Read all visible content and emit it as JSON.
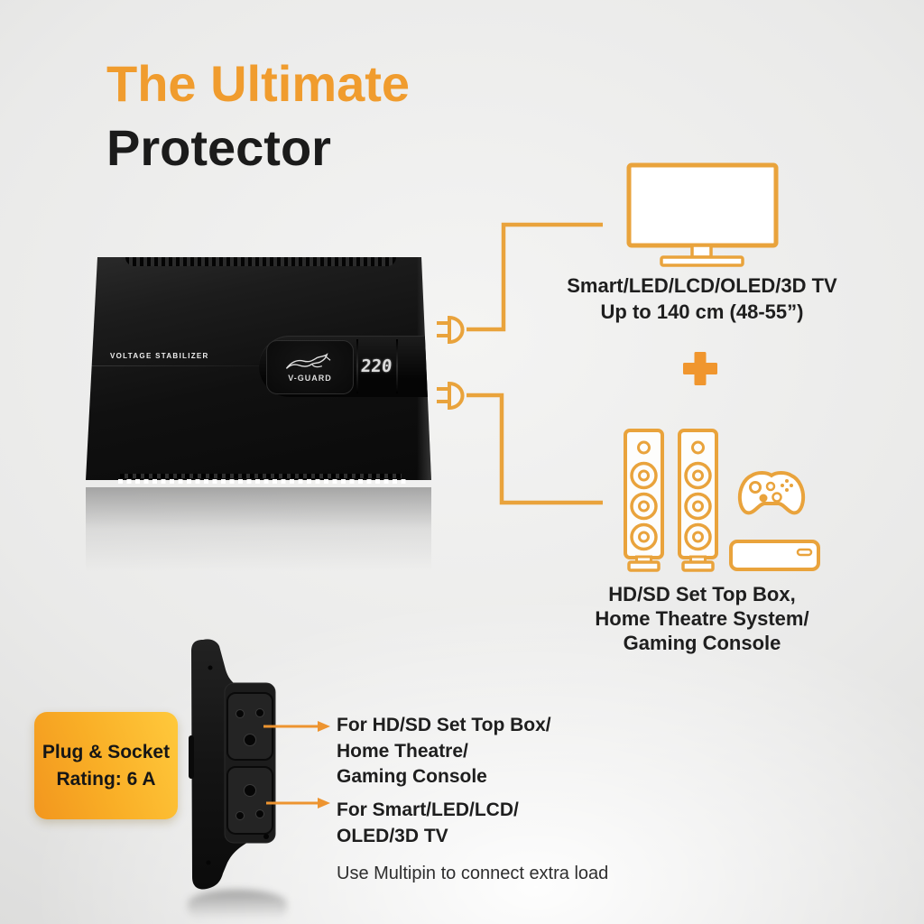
{
  "title": {
    "line1": "The Ultimate",
    "line2": "Protector"
  },
  "stabilizer": {
    "label": "VOLTAGE STABILIZER",
    "brand": "V-GUARD",
    "display_value": "220"
  },
  "tv_group": {
    "line1": "Smart/LED/LCD/OLED/3D TV",
    "line2": "Up to 140 cm (48-55”)"
  },
  "av_group": {
    "line1": "HD/SD Set Top Box,",
    "line2": "Home Theatre System/",
    "line3": "Gaming Console"
  },
  "badge": {
    "line1": "Plug & Socket",
    "line2": "Rating: 6 A"
  },
  "callouts": {
    "top": {
      "line1": "For HD/SD Set Top Box/",
      "line2": "Home Theatre/",
      "line3": "Gaming Console"
    },
    "bottom": {
      "line1": "For Smart/LED/LCD/",
      "line2": "OLED/3D TV"
    },
    "note": "Use Multipin to connect extra load"
  },
  "colors": {
    "title_orange": "#F09C2E",
    "icon_stroke": "#E9A33C",
    "plus_orange": "#F0962E",
    "arrow_orange": "#ED9430",
    "badge_gradient_start": "#F2961E",
    "badge_gradient_end": "#FFC93C",
    "text_dark": "#1E1E1E"
  },
  "icons": {
    "plug": "plug-icon",
    "tv": "tv-icon",
    "plus": "plus-icon",
    "speaker": "speaker-icon",
    "gamepad": "gamepad-icon",
    "set_top_box": "set-top-box-icon",
    "arrow": "arrow-right-icon"
  }
}
